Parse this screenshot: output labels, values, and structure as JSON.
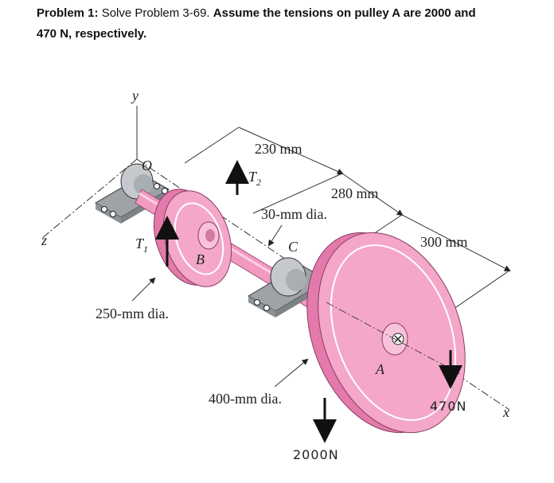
{
  "problem": {
    "label": "Problem 1:",
    "line1_normal": " Solve Problem 3-69. ",
    "line1_bold": "Assume the tensions on pulley A are 2000 and",
    "line2_bold": "470 N, respectively."
  },
  "figure": {
    "axis_y": "y",
    "axis_z": "z",
    "axis_x": "x",
    "origin": "O",
    "dim_230": "230 mm",
    "dim_280": "280 mm",
    "dim_300": "300 mm",
    "shaft_dia": "30-mm dia.",
    "pulley_b_dia": "250-mm dia.",
    "pulley_a_dia": "400-mm dia.",
    "t2": "T",
    "t2_sub": "2",
    "t1": "T",
    "t1_sub": "1",
    "point_b": "B",
    "point_c": "C",
    "point_a": "A",
    "hand_2000": "2000N",
    "hand_470": "470N"
  },
  "colors": {
    "pulley": "#f4a7c9",
    "pulley_dark": "#e37aab",
    "bearing": "#b9bdc2",
    "shaft": "#f29ac0"
  }
}
